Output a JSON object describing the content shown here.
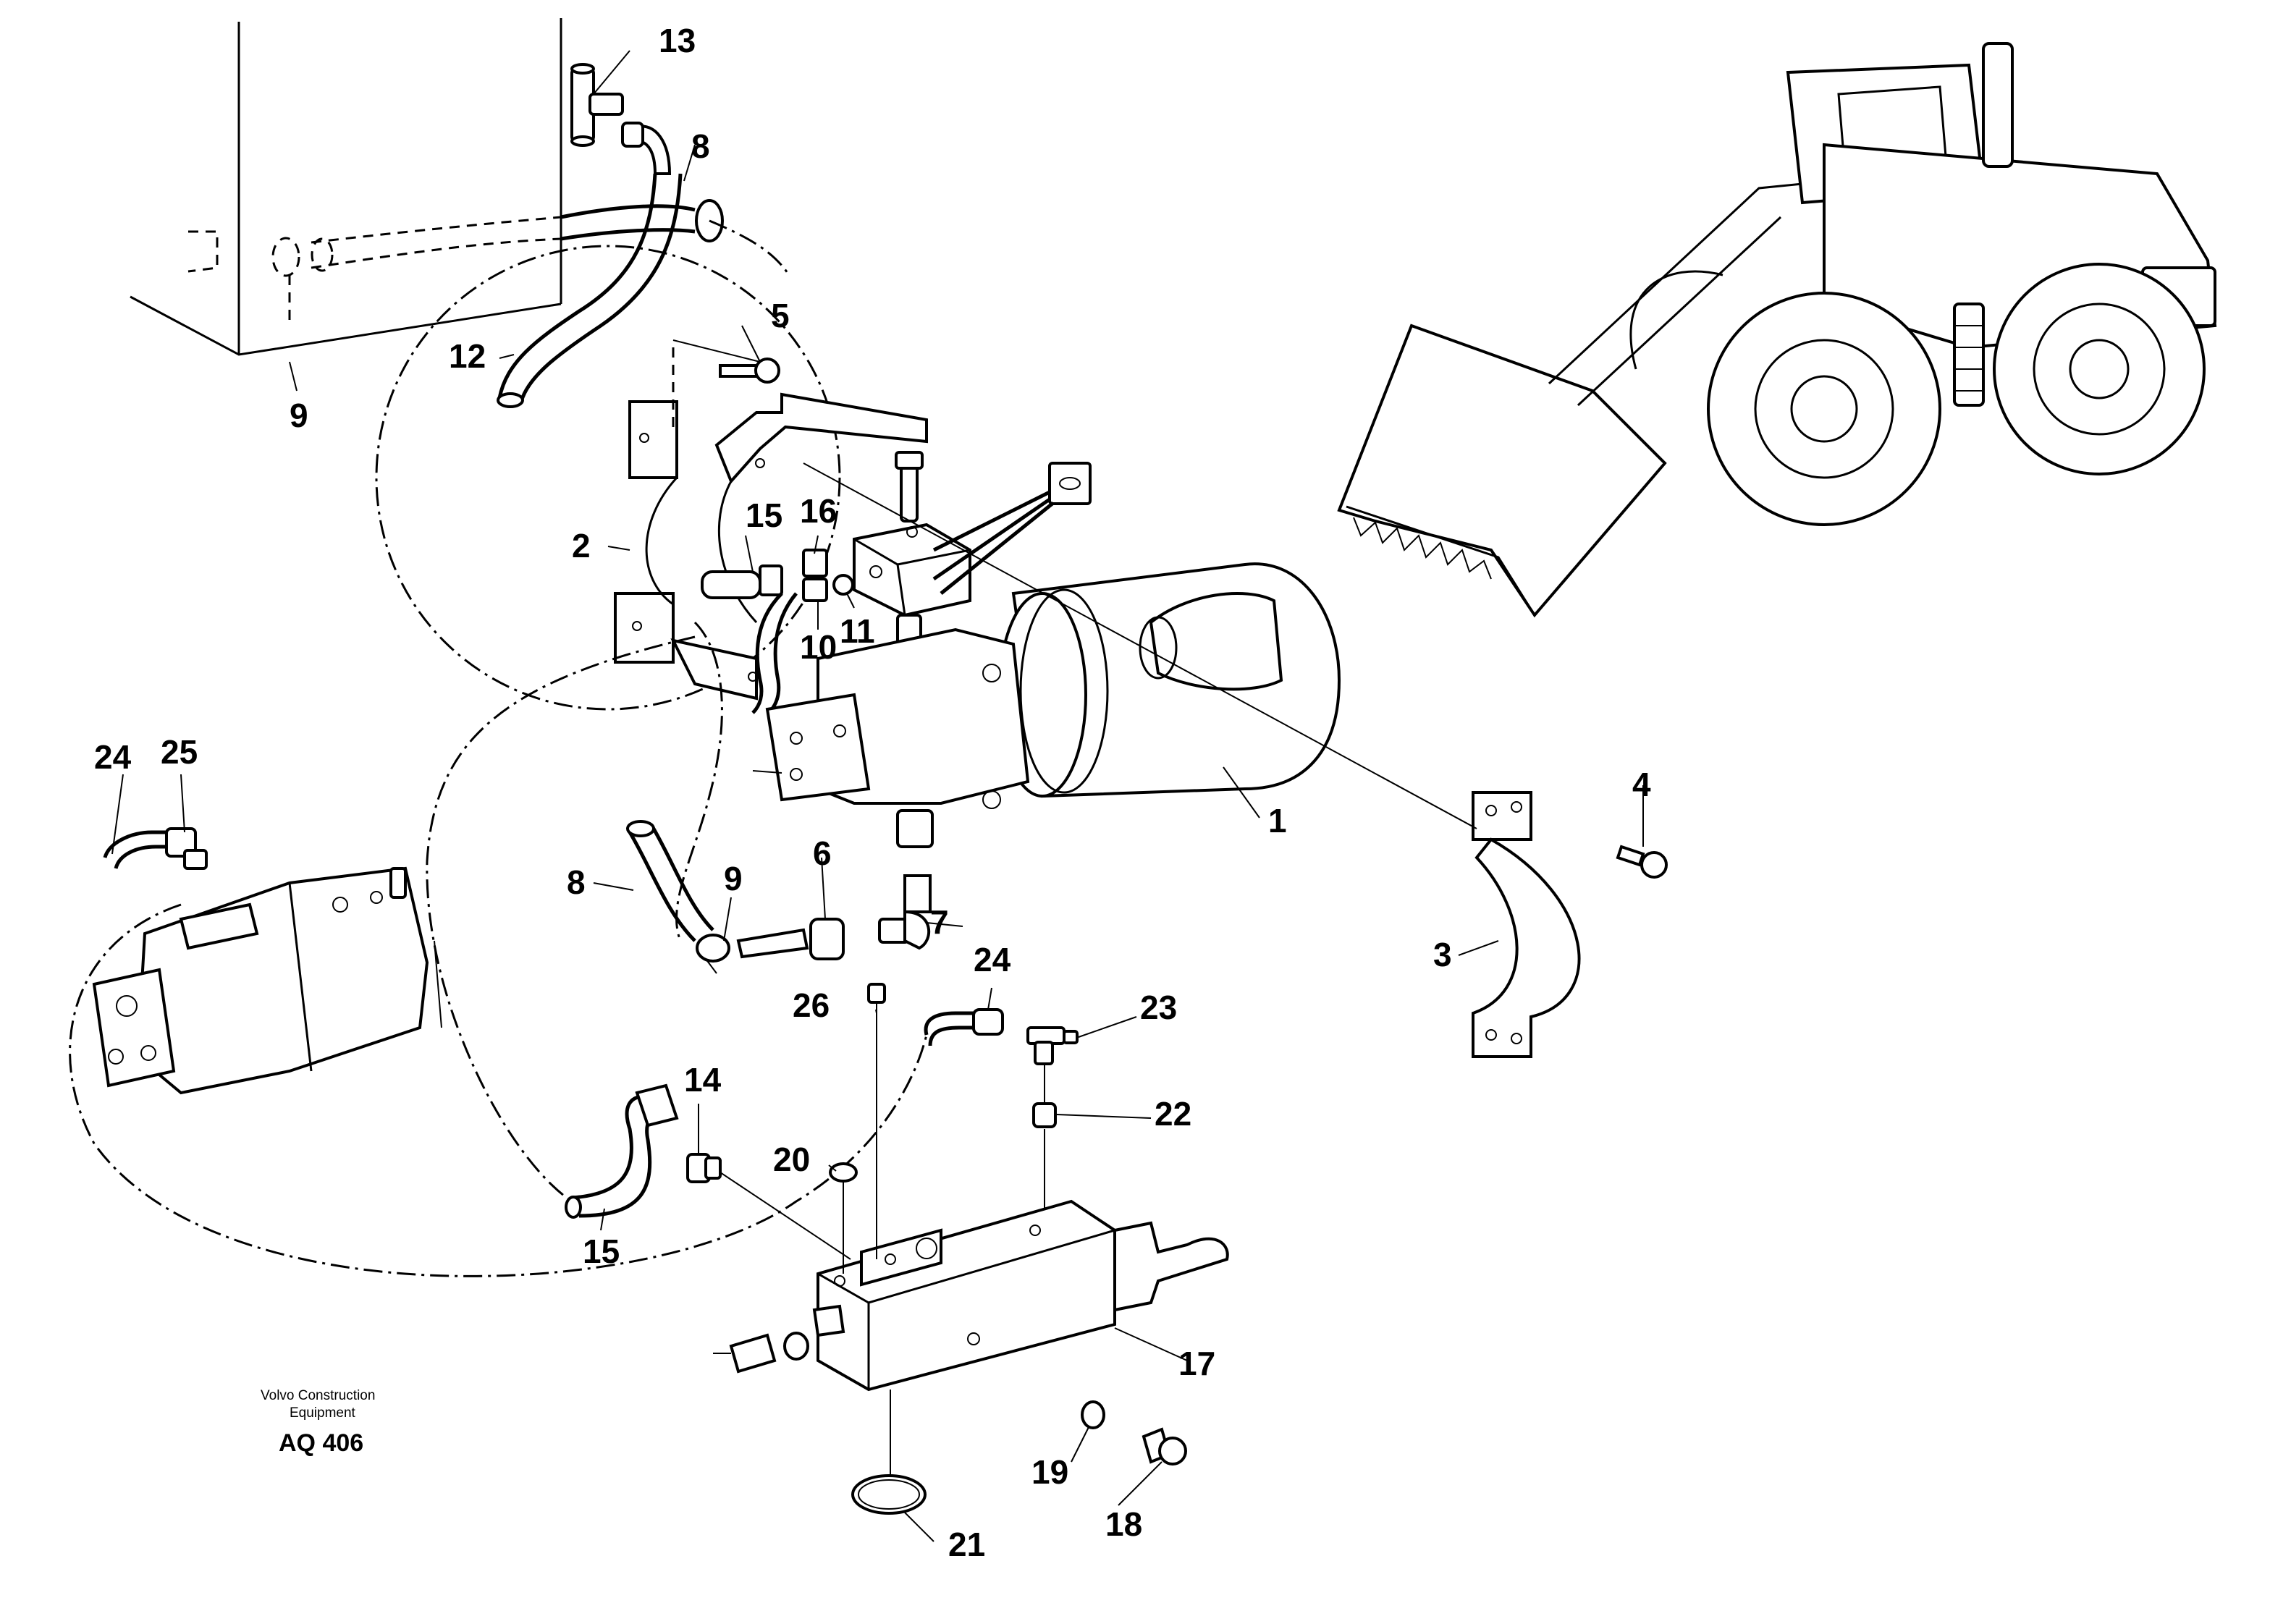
{
  "callouts": [
    {
      "id": "1",
      "text": "1"
    },
    {
      "id": "2",
      "text": "2"
    },
    {
      "id": "3",
      "text": "3"
    },
    {
      "id": "4",
      "text": "4"
    },
    {
      "id": "5",
      "text": "5"
    },
    {
      "id": "6",
      "text": "6"
    },
    {
      "id": "7",
      "text": "7"
    },
    {
      "id": "8a",
      "text": "8"
    },
    {
      "id": "8b",
      "text": "8"
    },
    {
      "id": "9a",
      "text": "9"
    },
    {
      "id": "9b",
      "text": "9"
    },
    {
      "id": "10",
      "text": "10"
    },
    {
      "id": "11",
      "text": "11"
    },
    {
      "id": "12",
      "text": "12"
    },
    {
      "id": "13",
      "text": "13"
    },
    {
      "id": "14",
      "text": "14"
    },
    {
      "id": "15a",
      "text": "15"
    },
    {
      "id": "15b",
      "text": "15"
    },
    {
      "id": "16",
      "text": "16"
    },
    {
      "id": "17",
      "text": "17"
    },
    {
      "id": "18",
      "text": "18"
    },
    {
      "id": "19",
      "text": "19"
    },
    {
      "id": "20",
      "text": "20"
    },
    {
      "id": "21",
      "text": "21"
    },
    {
      "id": "22",
      "text": "22"
    },
    {
      "id": "23",
      "text": "23"
    },
    {
      "id": "24a",
      "text": "24"
    },
    {
      "id": "24b",
      "text": "24"
    },
    {
      "id": "25",
      "text": "25"
    },
    {
      "id": "26",
      "text": "26"
    }
  ],
  "caption": {
    "line1": "Volvo Construction",
    "line2": "Equipment",
    "code": "AQ 406"
  }
}
